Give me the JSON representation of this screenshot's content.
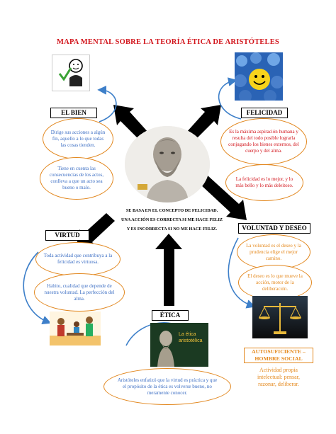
{
  "title": "MAPA MENTAL SOBRE LA TEORÍA ÉTICA DE ARISTÓTELES",
  "nodes": {
    "el_bien": {
      "label": "EL BIEN",
      "notes": [
        "Dirige sus acciones a algún fin, aquello a lo que todas las cosas tienden.",
        "Tiene en cuenta las consecuencias de los actos, conlleva a que un acto sea bueno o malo."
      ]
    },
    "felicidad": {
      "label": "FELICIDAD",
      "notes": [
        "Es la máxima aspiración humana y resulta del todo posible lograrla conjugando los bienes externos, del cuerpo y del alma.",
        "La felicidad es lo mejor, y lo más bello y lo más deleitoso."
      ]
    },
    "virtud": {
      "label": "VIRTUD",
      "notes": [
        "Toda actividad que contribuya a la felicidad es virtuosa.",
        "Habito, cualidad que depende de nuestra voluntad. La perfección del alma."
      ]
    },
    "voluntad": {
      "label": "VOLUNTAD Y DESEO",
      "notes": [
        "La voluntad es el deseo y la prudencia elige el mejor camino.",
        "El deseo es lo que mueve la acción, motor de la deliberación."
      ]
    },
    "etica": {
      "label": "ÉTICA",
      "image_caption": "La ética aristotélica",
      "notes": [
        "Aristóteles enfatizó que la virtud es práctica y que el propósito de la ética es volverse bueno, no meramente conocer."
      ]
    },
    "autosuficiente": {
      "label": "AUTOSUFICIENTE – HOMBRE SOCIAL",
      "description": "Actividad propia intelectual: pensar, razonar, deliberar."
    }
  },
  "center_text": [
    "SE BASA EN EL CONCEPTO DE FELICIDAD.",
    "UNA ACCIÓN ES CORRECTA SI ME HACE FELIZ",
    "Y ES INCORRECTA SI NO ME HACE FELIZ."
  ],
  "colors": {
    "title": "#d2141b",
    "ellipse_border": "#e2871e",
    "text_blue": "#3d6fc4",
    "text_red": "#d2141b",
    "text_orange": "#e58a1f",
    "connector_blue": "#3d7fc9"
  },
  "icons": [
    "person-checkmark-icon",
    "smiley-crowd-icon",
    "aristotle-bust-icon",
    "family-scene-icon",
    "scales-of-justice-icon",
    "aristotle-statue-icon"
  ]
}
